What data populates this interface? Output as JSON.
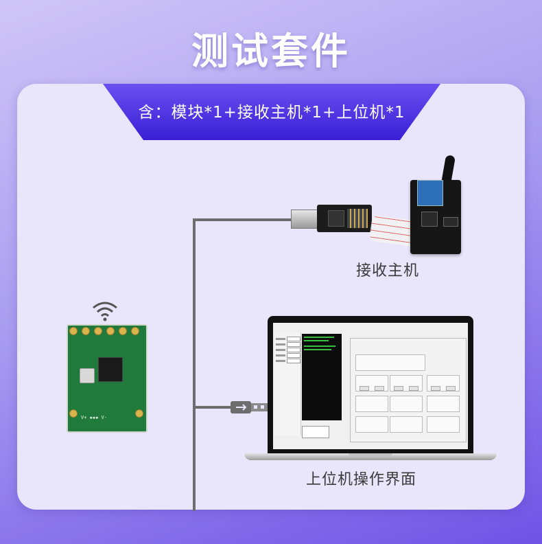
{
  "page": {
    "title": "测试套件",
    "subtitle": "含：模块*1+接收主机*1+上位机*1"
  },
  "captions": {
    "receiver": "接收主机",
    "software": "上位机操作界面"
  },
  "colors": {
    "banner": "#3a1fd6",
    "background_top": "#cfc6f7",
    "background_bottom": "#6e54e6",
    "card": "#e9e5fb",
    "wire": "#6d6d6d",
    "pcb": "#1f7a3c"
  },
  "icons": [
    "wifi-icon",
    "usb-icon"
  ]
}
